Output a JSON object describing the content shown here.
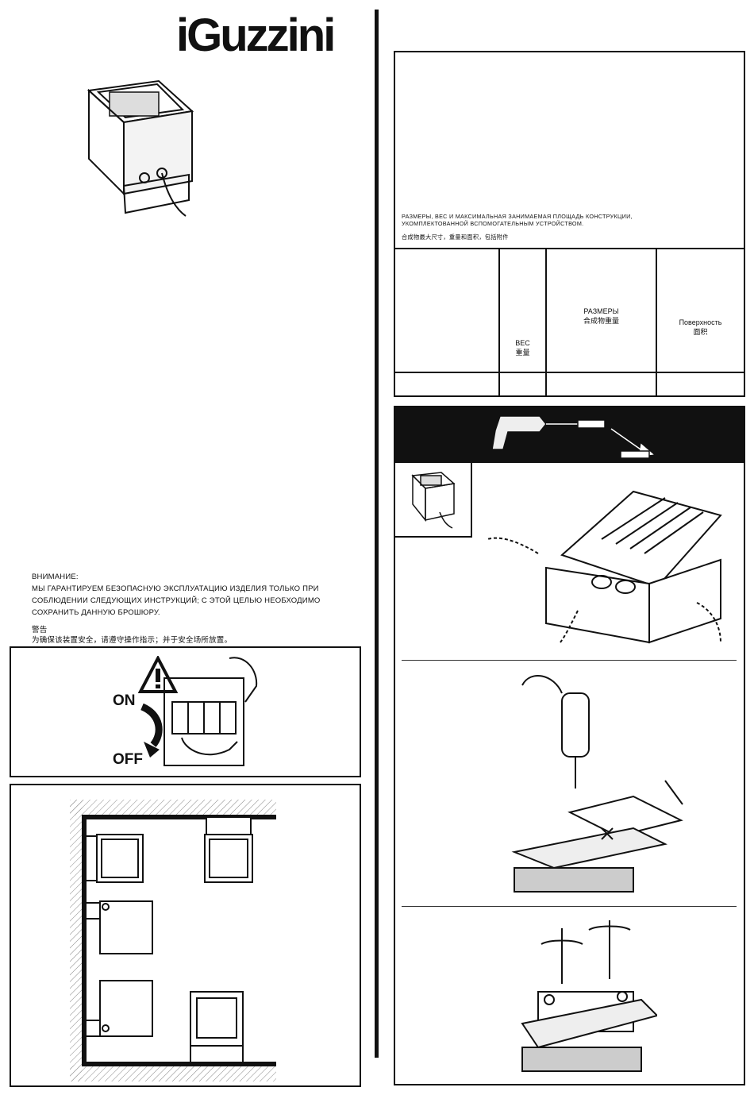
{
  "brand": {
    "logo_text": "iGuzzini"
  },
  "warning": {
    "title_ru": "ВНИМАНИЕ:",
    "body_ru_1": "МЫ ГАРАНТИРУЕМ БЕЗОПАСНУЮ ЭКСПЛУАТАЦИЮ ИЗДЕЛИЯ ТОЛЬКО ПРИ",
    "body_ru_2": "СОБЛЮДЕНИИ СЛЕДУЮЩИХ ИНСТРУКЦИЙ; С ЭТОЙ ЦЕЛЬЮ НЕОБХОДИМО",
    "body_ru_3": "СОХРАНИТЬ ДАННУЮ БРОШЮРУ.",
    "title_cn": "警告",
    "body_cn": "为确保该装置安全，请遵守操作指示；并于安全场所放置。"
  },
  "power": {
    "on_label": "ON",
    "off_label": "OFF"
  },
  "dimensions": {
    "note_ru_1": "РАЗМЕРЫ, ВЕС И МАКСИМАЛЬНАЯ ЗАНИМАЕМАЯ ПЛОЩАДЬ КОНСТРУКЦИИ,",
    "note_ru_2": "УКОМПЛЕКТОВАННОЙ ВСПОМОГАТЕЛЬНЫМ УСТРОЙСТВОМ.",
    "note_cn": "合成物最大尺寸，重量和面积，包括附件",
    "weight_ru": "ВЕС",
    "weight_cn": "重量",
    "size_ru": "РАЗМЕРЫ",
    "size_cn": "合成物重量",
    "area_ru": "Поверхность",
    "area_cn": "面积"
  }
}
